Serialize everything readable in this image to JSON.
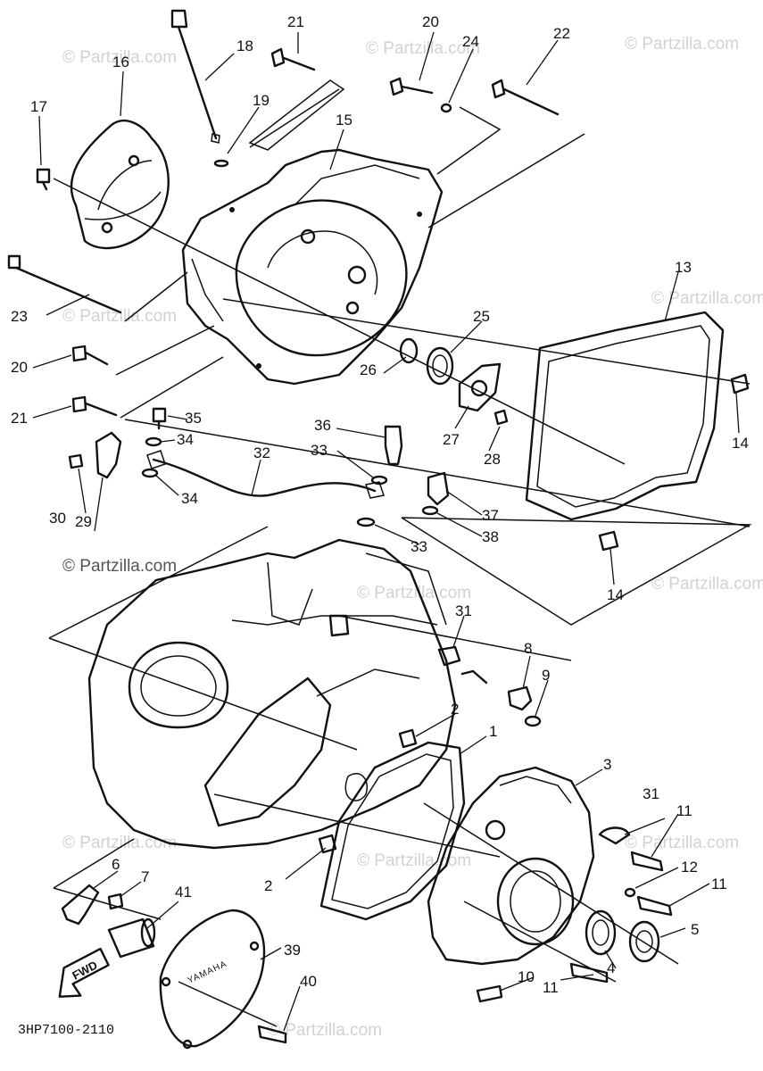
{
  "watermark": "© Partzilla.com",
  "diagram_code": "3HP7100-2110",
  "fwd_label": "FWD",
  "cover_brand": "YAMAHA",
  "callouts": [
    "1",
    "2",
    "3",
    "4",
    "5",
    "6",
    "7",
    "8",
    "9",
    "10",
    "11",
    "12",
    "13",
    "14",
    "15",
    "16",
    "17",
    "18",
    "19",
    "20",
    "21",
    "22",
    "23",
    "24",
    "25",
    "26",
    "27",
    "28",
    "29",
    "30",
    "31",
    "32",
    "33",
    "34",
    "35",
    "36",
    "37",
    "38",
    "39",
    "40",
    "41"
  ]
}
